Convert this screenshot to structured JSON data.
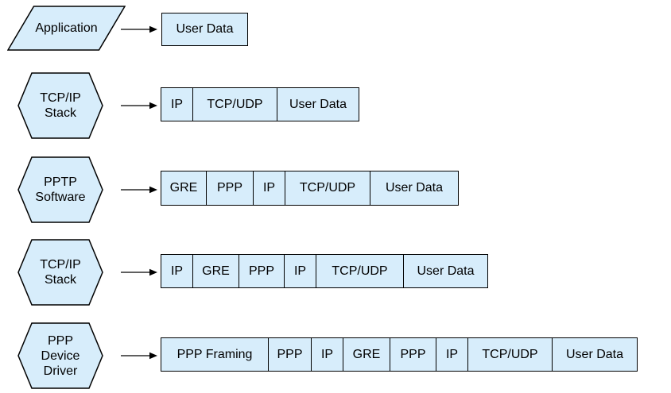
{
  "diagram": {
    "subject": "PPTP packet encapsulation layers",
    "colors": {
      "shape_fill": "#D7EDFB",
      "shape_border": "#000000",
      "background": "#FFFFFF"
    },
    "rows": [
      {
        "shape": {
          "type": "parallelogram",
          "label_lines": [
            "Application"
          ]
        },
        "boxes": [
          "User Data"
        ]
      },
      {
        "shape": {
          "type": "hexagon",
          "label_lines": [
            "TCP/IP",
            "Stack"
          ]
        },
        "boxes": [
          "IP",
          "TCP/UDP",
          "User Data"
        ]
      },
      {
        "shape": {
          "type": "hexagon",
          "label_lines": [
            "PPTP",
            "Software"
          ]
        },
        "boxes": [
          "GRE",
          "PPP",
          "IP",
          "TCP/UDP",
          "User Data"
        ]
      },
      {
        "shape": {
          "type": "hexagon",
          "label_lines": [
            "TCP/IP",
            "Stack"
          ]
        },
        "boxes": [
          "IP",
          "GRE",
          "PPP",
          "IP",
          "TCP/UDP",
          "User Data"
        ]
      },
      {
        "shape": {
          "type": "hexagon",
          "label_lines": [
            "PPP",
            "Device",
            "Driver"
          ]
        },
        "boxes": [
          "PPP Framing",
          "PPP",
          "IP",
          "GRE",
          "PPP",
          "IP",
          "TCP/UDP",
          "User Data"
        ]
      }
    ]
  }
}
